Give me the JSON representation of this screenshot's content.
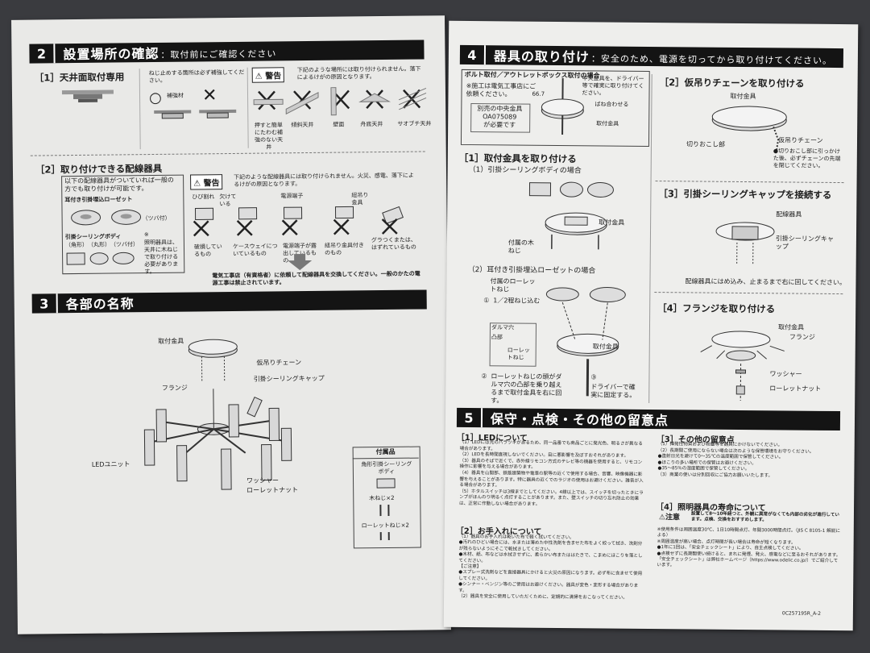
{
  "left": {
    "sec2": {
      "num": "2",
      "title": "設置場所の確認",
      "sub": "：取付前にご確認ください"
    },
    "s1": {
      "heading": "［1］天井面取付専用",
      "note": "ねじ止めする箇所は必ず補強してください。",
      "reinforce": "補強材",
      "warn": "警告",
      "warn_text": "下記のような場所には取り付けられません。落下によるけがの原因となります。",
      "bad": [
        "押すと簡単にたわむ補強のない天井",
        "傾斜天井",
        "壁面",
        "舟底天井",
        "サオブチ天井"
      ]
    },
    "s2": {
      "heading": "［2］取り付けできる配線器具",
      "box_text": "以下の配線器具がついていれば一般の方でも取り付けが可能です。",
      "rosette": "耳付き引掛埋込ローゼット",
      "tsuba": "（ツバ付）",
      "body_label": "引掛シーリングボディ",
      "shapes": [
        "（角形）",
        "（丸形）",
        "（ツバ付）"
      ],
      "mark": "※",
      "note": "照明器具は、天井に木ねじで取り付ける必要があります。",
      "warn": "警告",
      "warn_text": "下記のような配線器具には取り付けられません。火災、感電、落下によるけがの原因となります。",
      "labels": [
        "ひび割れ",
        "欠けている",
        "電源端子",
        "紐吊り金具"
      ],
      "bad": [
        "破損しているもの",
        "ケースウェイについているもの",
        "電源端子が露出しているもの",
        "紐吊り金具付きのもの",
        "グラつくまたは、はずれているもの"
      ],
      "footer": "電気工事店（有資格者）に依頼して配線器具を交換してください。一般のかたの電源工事は禁止されています。"
    },
    "sec3": {
      "num": "3",
      "title": "各部の名称"
    },
    "parts": {
      "mount": "取付金具",
      "chain": "仮吊りチェーン",
      "cap": "引掛シーリングキャップ",
      "flange": "フランジ",
      "led": "LEDユニット",
      "washer": "ワッシャー",
      "nut": "ローレットナット"
    },
    "acc": {
      "title": "付属品",
      "item1": "角形引掛シーリングボディ",
      "item2": "木ねじ×2",
      "item3": "ローレットねじ×2"
    }
  },
  "right": {
    "sec4": {
      "num": "4",
      "title": "器具の取り付け",
      "sub": "：安全のため、電源を切ってから取り付けてください。"
    },
    "bolt": {
      "title": "ボルト取付／アウトレットボックス取付の場合",
      "note": "※施工は電気工事店にご依頼ください。",
      "sold": "別売の中央金具",
      "part": "OA075089",
      "need": "が必要です",
      "dim": "66.7",
      "c1": "中央金具を、ドライバー等で確実に取り付けてください。",
      "c2": "ばね合わせる",
      "c3": "取付金具"
    },
    "a1": {
      "heading": "［1］取付金具を取り付ける",
      "sub1": "（1）引掛シーリングボディの場合",
      "mount": "取付金具",
      "screw": "付属の木ねじ",
      "sub2": "（2）耳付き引掛埋込ローゼットの場合",
      "knurl": "付属のローレットねじ",
      "step1": "①",
      "step1_text": "1／2程ねじ込む",
      "daruma": "ダルマ穴",
      "convex": "凸部",
      "knurl2": "ローレットねじ",
      "mount2": "取付金具",
      "step2": "②",
      "step2_text": "ローレットねじの頭がダルマ穴の凸部を乗り越えるまで取付金具を右に回す。",
      "step3": "③",
      "step3_text": "ドライバーで確実に固定する。"
    },
    "a2": {
      "heading": "［2］仮吊りチェーンを取り付ける",
      "mount": "取付金具",
      "notch": "切りおこし部",
      "chain": "仮吊りチェーン",
      "note": "●切りおこし部に引っかけた後、必ずチェーンの先端を閉じてください。"
    },
    "a3": {
      "heading": "［3］引掛シーリングキャップを接続する",
      "fixture": "配線器具",
      "cap": "引掛シーリングキャップ",
      "note": "配線器具にはめ込み、止まるまで右に回してください。"
    },
    "a4": {
      "heading": "［4］フランジを取り付ける",
      "mount": "取付金具",
      "flange": "フランジ",
      "washer": "ワッシャー",
      "nut": "ローレットナット"
    },
    "sec5": {
      "num": "5",
      "title": "保守・点検・その他の留意点"
    },
    "m1": {
      "heading": "［1］LEDについて",
      "items": [
        "（1）LEDには光のバラツキがあるため、同一品番でも商品ごとに発光色、明るさが異なる場合があります。",
        "（2）LEDを長時間直視しないでください。目に悪影響を及ぼすおそれがあります。",
        "（3）器具のそばで近くで、赤外線リモコン方式のテレビ等の機器を使用すると、リモコン操作に影響を与える場合があります。",
        "（4）器具を山間部、鉄筋建築物や電車の駅等の近くで使用する場合、音響、映像機器に影響を与えることがあります。特に器具の近くでのラジオの使用はお避けください。雑音が入る場合があります。",
        "（5）ホタルスイッチは3線までとしてください。4線以上では、スイッチを切ったときにランプがほんのり明るく点灯することがあります。また、壁スイッチの切り忘れ防止の効果は、正常に作動しない場合があります。"
      ]
    },
    "m2": {
      "heading": "［2］お手入れについて",
      "items": [
        "（1）器具のお手入れは乾いた布で軽く拭いてください。",
        "●汚れのひどい場合には、水または薄めた中性洗剤を含ませた布をよく絞って拭き、洗剤分が残らないようにそこで乾拭きしてください。",
        "●木材、紙、布などは水拭きせずに、柔らかい布またははたきで、こまめにほこりを落としてください。",
        "【ご注意】",
        "●スプレー式洗剤などを直接器具にかけると火災の原因になります。必ず布に含ませて使用してください。",
        "●シンナー・ベンジン等のご使用はお避けください。器具が変色・変形する場合があります。",
        "（2）器具を安全に使用していただくために、定期的に清掃をおこなってください。"
      ]
    },
    "m3": {
      "heading": "［3］その他の留意点",
      "items": [
        "（1）揮発性物質および粉塵等を器具にかけないでください。",
        "（2）長期間ご使用にならない場合は次のような保管環境をお守りください。",
        "●直射日光を避けて0～35℃の温度範囲で保管してください。",
        "●ほこりの多い場所での保管はお避けください。",
        "●35～85％の湿度範囲で保管してください。",
        "（3）商業の使いは分別回収にご協力お願いいたします。"
      ]
    },
    "m4": {
      "heading": "［4］照明器具の寿命について",
      "caution": "注意",
      "lead": "設置して8～10年経つと、外観に異常がなくても内部の劣化が進行しています。点検、交換をおすすめします。",
      "items": [
        "※使用条件は周囲温度30℃、1日10時間点灯、年間3000時間点灯。（JIS C 8105-1 解説による）",
        "※周囲温度が高い場合、点灯時間が長い場合は寿命が短くなります。",
        "●1年に1回は、「安全チェックシート」により、自主点検してください。",
        "●点検せずに長期間使い続けると、まれに発煙、発火、感電などに至るおそれがあります。",
        "「安全チェックシート」は弊社ホームページ（https://www.odelic.co.jp/）でご紹介しています。"
      ]
    },
    "code": "0C257195R_A-2"
  }
}
